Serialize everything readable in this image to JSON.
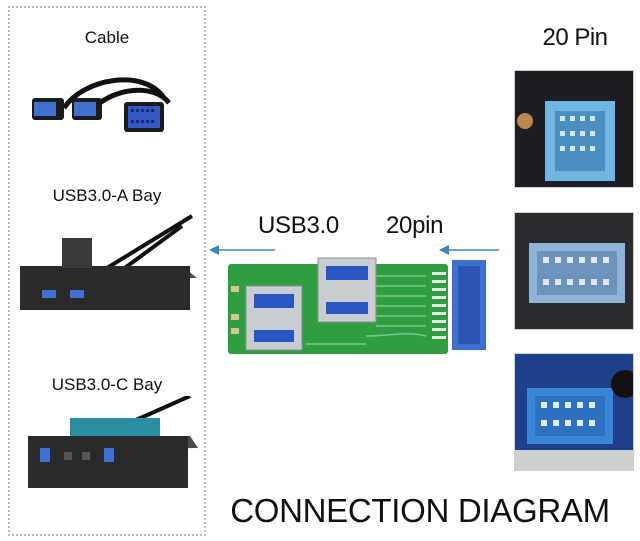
{
  "left_panel": {
    "items": [
      {
        "label": "Cable"
      },
      {
        "label": "USB3.0-A Bay"
      },
      {
        "label": "USB3.0-C Bay"
      }
    ]
  },
  "right_panel": {
    "title": "20 Pin"
  },
  "center": {
    "label_usb": "USB3.0",
    "label_pin": "20pin"
  },
  "footer": {
    "title": "CONNECTION DIAGRAM"
  },
  "colors": {
    "pcb_green": "#2f9e43",
    "connector_blue": "#3f6fd1",
    "arrow_blue": "#3f86b8",
    "header_blue": "#6fb6e0"
  }
}
